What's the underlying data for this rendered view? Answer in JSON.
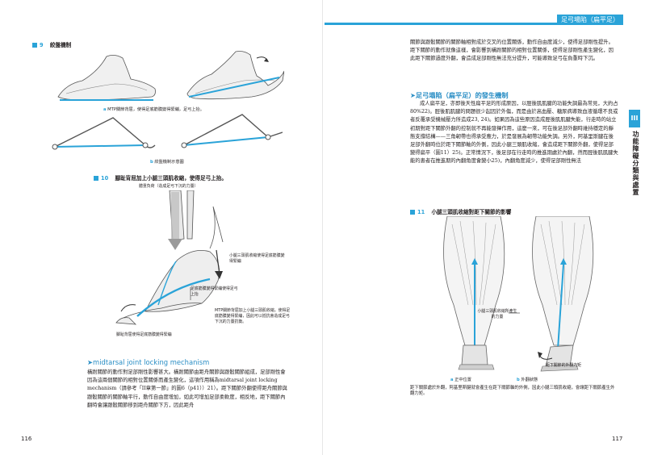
{
  "header": {
    "title": "足弓場陷（扁平足）"
  },
  "left_page": {
    "page_number": "116",
    "fig9": {
      "num": "9",
      "label": "絞盤機制",
      "caption_a_letter": "a",
      "caption_a": "MTP關節背屈，使得足底筋膜變得緊繃，足弓上抬。",
      "caption_b_letter": "b",
      "caption_b": "絞盤機制示意圖"
    },
    "fig10": {
      "num": "10",
      "label": "腳趾背屈加上小腿三頭肌收縮，使得足弓上抬。",
      "note_top": "體重負荷（造成足弓下沉的力量）",
      "note_gastroc": "小腿三頭肌收縮使得足底筋膜變得緊繃",
      "note_fascia": "足底筋膜變得緊繃使得足弓上抬",
      "note_mtp": "MTP關節背屈加上小腿三頭肌收縮，使得足底筋膜變得緊繃，因此可以抵抗會造成足弓下沉的力量抗衡。",
      "note_fascia_bottom": "腳趾背屈使得足底筋膜變得緊繃"
    },
    "section": {
      "heading": "midtarsal joint locking mechanism",
      "paragraph": "橫跗關節的動作對足部剛性影響甚大。橫跗關節由距舟關節與跟骰關節組成，足部剛性會因為這兩個關節的相對位置關係而產生變化，這項作用稱為midtarsal joint locking mechanism（請參考「II章第一節」的圖6（p41））21）。距下關節外翻使得距舟關節與跟骰關節的關節軸平行，動作自由度增加，如此可增加足部柔軟度，相反地，距下關節內翻時會讓跟骰關節移到距舟關節下方，因此距舟"
    }
  },
  "right_page": {
    "page_number": "117",
    "intro_paragraph": "關節與跟骰關節的關節軸相對成於交叉的位置關係，動作自由度減少，使得足部剛性提升。距下關節的動作就像這樣，會影響到橫跗關節的相對位置關係，使得足部剛性產生變化，因此距下關節過度外翻，會造成足部剛性無法充分提升，可能導致足弓在負重時下沉。",
    "section": {
      "heading": "足弓塌陷（扁平足）的發生機制",
      "paragraph": "成人扁平足，亦即後天性扁平足的形成原因，以脛後肌肌腱的功能失調最為常見，大約占80%22)。脛後肌肌腱的問題很少起因於外傷，而是由於高血壓、糖尿病導致血液循環不良或者反覆承受機械壓力所造成23, 24)。如果因為這些原因造成脛後肌肌腱失能，行走時的站立初期對距下關節外翻的控制就不再能發揮作用，這麼一來，可在後足部外翻時維持穩定的靜態支撐結構——三角韌帶也得承受應力，於是發展為韌帶功能失調。另外，阿基里斯腱在後足部外翻時位於距下關節軸的外側，因此小腿三頭肌收縮，會造成距下關節外翻，使得足部變得扁平（圖11）25)。正常情況下，後足部在行走時的推進期處於內翻，然而脛後肌肌腱失能的患者在推進期的內翻角度會變小25)，內翻角度減少，使得足部剛性無法"
    },
    "fig11": {
      "num": "11",
      "label": "小腿三頭肌收縮對距下關節的影響",
      "note_force": "小腿三頭肌收縮所產生的力量",
      "note_valgus": "距下關節的外翻力矩",
      "caption_a_letter": "a",
      "caption_a": "正中位置",
      "caption_b_letter": "b",
      "caption_b": "外翻狀態",
      "caption_text": "距下關節處於外翻，阿基里斯腱就會產生在距下關節軸的外側，因此小腿三頭肌收縮，會讓距下關節產生外翻力矩。"
    },
    "chapter_tab": {
      "number": "III",
      "title": "功能障礙分類與處置"
    }
  },
  "colors": {
    "accent": "#2aa3d8",
    "muscle": "#f3f3f3",
    "bone": "#e9e9e9"
  }
}
